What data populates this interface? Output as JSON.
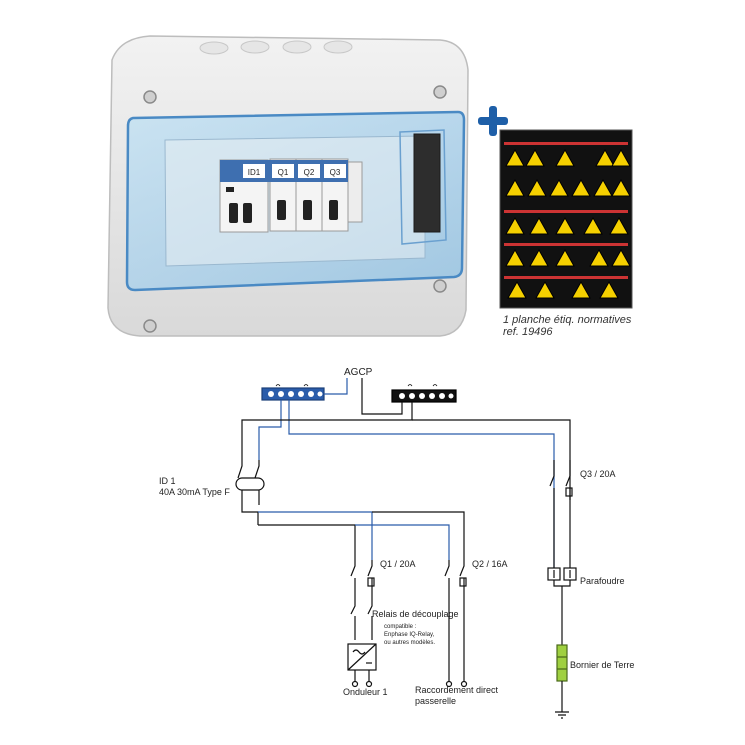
{
  "enclosure": {
    "breakers": [
      "ID1",
      "Q1",
      "Q2",
      "Q3"
    ]
  },
  "label_sheet": {
    "caption_line1": "1 planche étiq. normatives",
    "caption_line2": "ref. 19496",
    "plus_symbol": "+",
    "colors": {
      "plus": "#1e5fa8",
      "warning": "#f5d000"
    }
  },
  "schematic": {
    "agcp": "AGCP",
    "id1_name": "ID 1",
    "id1_rating": "40A 30mA Type F",
    "q3": "Q3 / 20A",
    "q1": "Q1 / 20A",
    "q2": "Q2 / 16A",
    "parafoudre": "Parafoudre",
    "relais": "Relais de découplage",
    "compat1": "compatible :",
    "compat2": "Enphase IQ-Relay,",
    "compat3": "ou autres modèles.",
    "bornier": "Bornier de Terre",
    "onduleur": "Onduleur 1",
    "raccordement1": "Raccordement direct",
    "raccordement2": "passerelle",
    "colors": {
      "neutral": "#2a5caa",
      "phase": "#111111",
      "earth": "#9fd040"
    }
  }
}
